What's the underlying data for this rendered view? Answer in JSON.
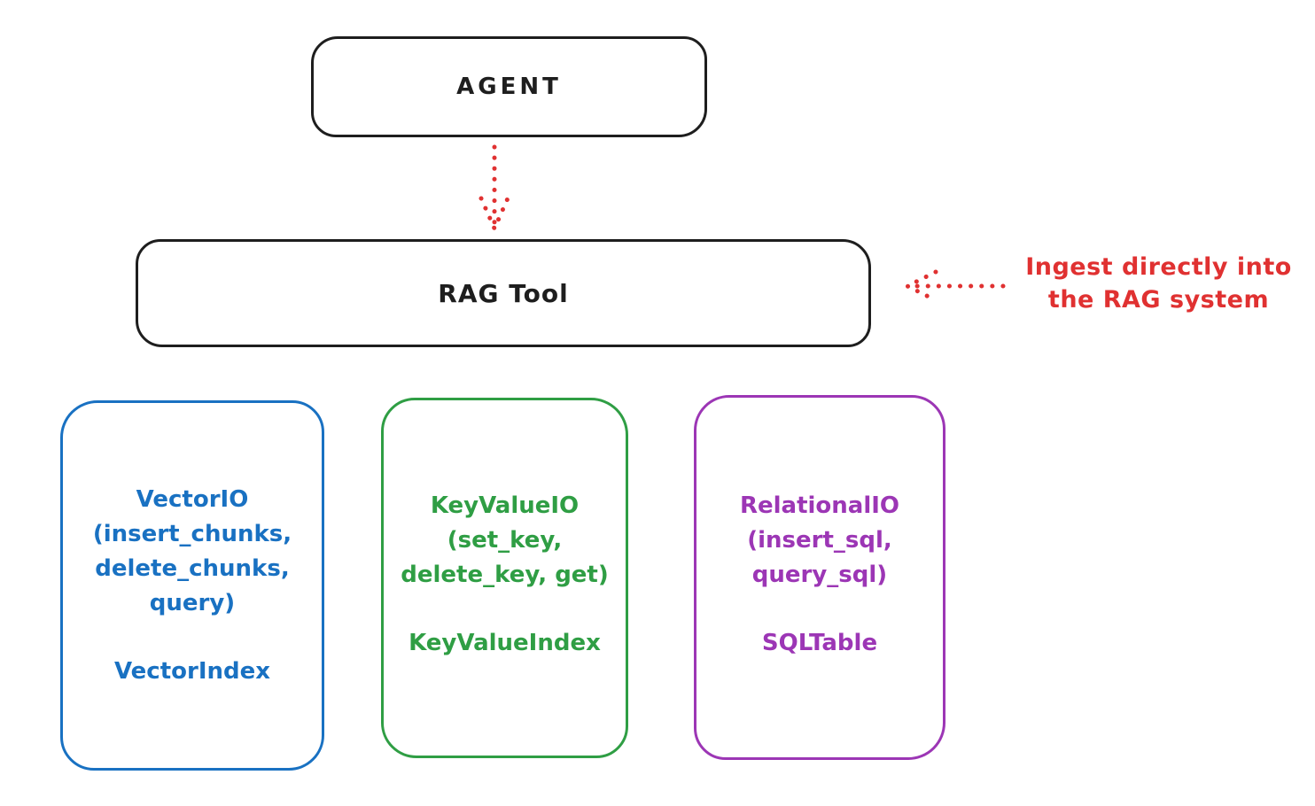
{
  "diagram": {
    "agent": {
      "label": "AGENT"
    },
    "rag_tool": {
      "label": "RAG Tool"
    },
    "annotation": {
      "line1": "Ingest directly into",
      "line2": "the RAG system"
    },
    "backends": [
      {
        "name": "VectorIO",
        "lines": [
          "VectorIO",
          "(insert_chunks,",
          "delete_chunks,",
          "query)"
        ],
        "index_label": "VectorIndex",
        "color": "#1971c2"
      },
      {
        "name": "KeyValueIO",
        "lines": [
          "KeyValueIO",
          "(set_key,",
          "delete_key, get)"
        ],
        "index_label": "KeyValueIndex",
        "color": "#2f9e44"
      },
      {
        "name": "RelationalIO",
        "lines": [
          "RelationalIO",
          "(insert_sql,",
          "query_sql)"
        ],
        "index_label": "SQLTable",
        "color": "#9c36b5"
      }
    ],
    "colors": {
      "stroke_black": "#1e1e1e",
      "accent_red": "#e03131",
      "background": "#ffffff"
    }
  }
}
